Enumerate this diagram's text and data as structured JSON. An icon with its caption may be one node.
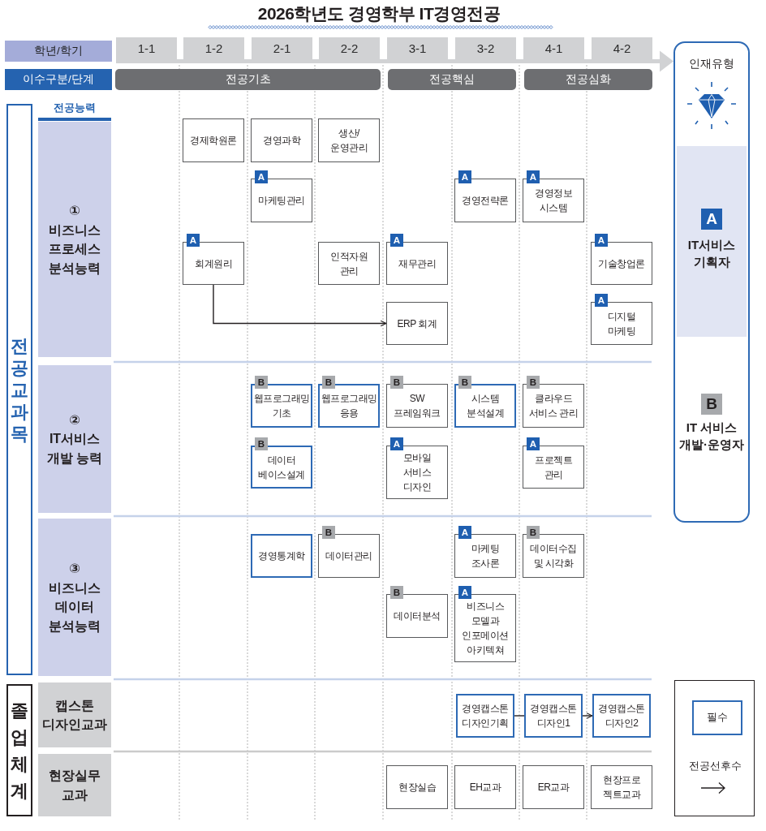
{
  "diagram": {
    "title": "2026학년도 경영학부 IT경영전공",
    "nodes": [
      {
        "text": [
          "학년/학기"
        ]
      },
      {
        "text": [
          "1-1"
        ]
      },
      {
        "text": [
          "1-2"
        ]
      },
      {
        "text": [
          "2-1"
        ]
      },
      {
        "text": [
          "2-2"
        ]
      },
      {
        "text": [
          "3-1"
        ]
      },
      {
        "text": [
          "3-2"
        ]
      },
      {
        "text": [
          "4-1"
        ]
      },
      {
        "text": [
          "4-2"
        ]
      },
      {
        "text": [
          "인재유형",
          "B",
          "IT 서비스 개발·운영자"
        ]
      },
      {
        "text": [
          "A",
          "IT서비스 기획자"
        ],
        "in": 9
      },
      {
        "text": [
          "이수구분/단계"
        ]
      },
      {
        "text": [
          "전공기초"
        ]
      },
      {
        "text": [
          "전공핵심"
        ]
      },
      {
        "text": [
          "전공심화"
        ]
      },
      {
        "text": [
          "전공교과목"
        ]
      },
      {
        "text": [
          "① 비즈니스 프로세스 분석능력"
        ]
      },
      {
        "text": [
          "경제학원론"
        ]
      },
      {
        "text": [
          "경영과학"
        ]
      },
      {
        "text": [
          "생산/ 운영관리"
        ]
      },
      {
        "text": [
          "A",
          "마케팅관리"
        ]
      },
      {
        "text": [
          "A",
          "경영전략론"
        ]
      },
      {
        "text": [
          "A",
          "경영정보 시스템"
        ]
      },
      {
        "text": [
          "A",
          "회계원리"
        ]
      },
      {
        "text": [
          "인적자원 관리"
        ]
      },
      {
        "text": [
          "A",
          "재무관리"
        ]
      },
      {
        "text": [
          "A",
          "기술창업론"
        ]
      },
      {
        "text": [
          "ERP 회계"
        ]
      },
      {
        "text": [
          "A",
          "디지털 마케팅"
        ]
      },
      {
        "text": [
          "② IT서비스 개발 능력"
        ]
      },
      {
        "text": [
          "B",
          "웹프로그래밍 기초"
        ]
      },
      {
        "text": [
          "B",
          "웹프로그래밍 응용"
        ]
      },
      {
        "text": [
          "B",
          "SW 프레임워크"
        ]
      },
      {
        "text": [
          "B",
          "시스템 분석설계"
        ]
      },
      {
        "text": [
          "B",
          "클라우드 서비스 관리"
        ]
      },
      {
        "text": [
          "B",
          "데이터 베이스설계"
        ]
      },
      {
        "text": [
          "A",
          "모바일 서비스 디자인"
        ]
      },
      {
        "text": [
          "A",
          "프로젝트 관리"
        ]
      },
      {
        "text": [
          "③ 비즈니스 데이터 분석능력"
        ]
      },
      {
        "text": [
          "경영통계학"
        ]
      },
      {
        "text": [
          "B",
          "데이터관리"
        ]
      },
      {
        "text": [
          "A",
          "마케팅 조사론"
        ]
      },
      {
        "text": [
          "B",
          "데이터수집 및 시각화"
        ]
      },
      {
        "text": [
          "B",
          "데이터분석"
        ]
      },
      {
        "text": [
          "A",
          "비즈니스 모델과 인포메이션 아키텍쳐"
        ]
      },
      {
        "text": [
          "졸업체계"
        ]
      },
      {
        "text": [
          "캡스톤 디자인교과"
        ]
      },
      {
        "text": [
          "경영캡스톤 디자인기획"
        ]
      },
      {
        "text": [
          "경영캡스톤 디자인1"
        ]
      },
      {
        "text": [
          "경영캡스톤 디자인2"
        ]
      },
      {
        "text": [
          "현장실무 교과"
        ]
      },
      {
        "text": [
          "현장실습"
        ]
      },
      {
        "text": [
          "EH교과"
        ]
      },
      {
        "text": [
          "ER교과"
        ]
      },
      {
        "text": [
          "현장프로 젝트교과"
        ]
      }
    ],
    "edges": [
      {
        "from": 23,
        "to": 27,
        "arrow": "to"
      },
      {
        "from": 47,
        "to": 48,
        "arrow": "none"
      },
      {
        "from": 48,
        "to": 49,
        "arrow": "to"
      },
      {
        "from": 1,
        "to": 9,
        "arrow": "to",
        "style": "thick",
        "color": "#d1d2d4"
      }
    ],
    "labels": [
      "전공능력"
    ],
    "legend": [
      {
        "text": "필수"
      },
      {
        "text": "전공선후수"
      }
    ]
  }
}
